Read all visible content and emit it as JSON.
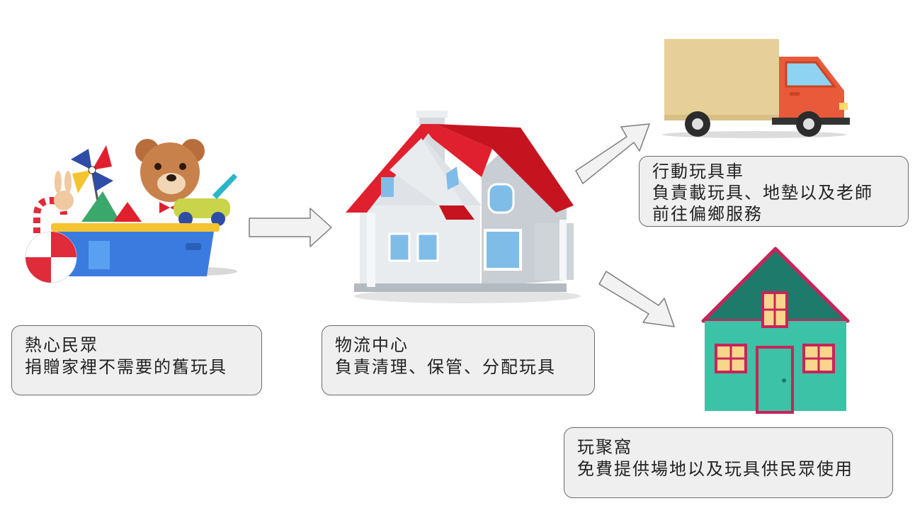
{
  "nodes": {
    "donors": {
      "title": "熱心民眾",
      "desc": "捐贈家裡不需要的舊玩具"
    },
    "logistics": {
      "title": "物流中心",
      "desc": "負責清理、保管、分配玩具"
    },
    "truck": {
      "title": "行動玩具車",
      "desc_line1": "負責載玩具、地墊以及老師",
      "desc_line2": "前往偏鄉服務"
    },
    "playhouse": {
      "title": "玩聚窩",
      "desc": "免費提供場地以及玩具供民眾使用"
    }
  },
  "colors": {
    "box_fill": "#efefef",
    "box_border": "#6b6b6b",
    "arrow_fill": "#f2f2f2",
    "arrow_stroke": "#7d7d7d",
    "roof_red": "#e0202e",
    "house_wall": "#e9ecef",
    "truck_cargo": "#e6cf98",
    "truck_cab": "#e85a3a",
    "playhouse_roof": "#1e7a6a",
    "playhouse_wall": "#3cc2a6",
    "playhouse_trim": "#c8245a"
  },
  "icons": [
    "toy-box-illustration",
    "house-illustration",
    "truck-illustration",
    "playhouse-illustration",
    "arrow-right-icon",
    "arrow-up-right-icon",
    "arrow-down-right-icon"
  ]
}
